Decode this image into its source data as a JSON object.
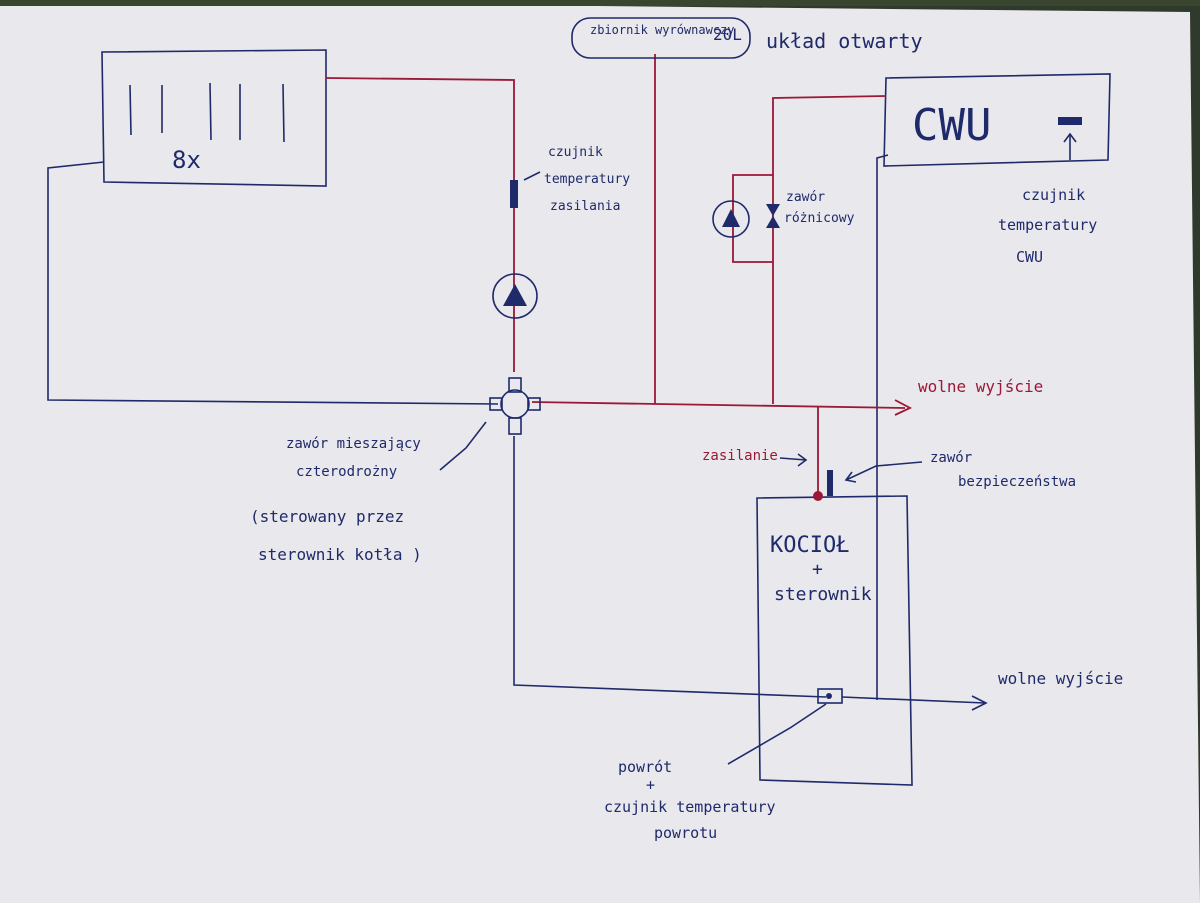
{
  "labels": {
    "expansion_tank": "zbiornik wyrównawczy",
    "expansion_tank_volume": "20L",
    "open_system": "układ otwarty",
    "radiators_count": "8x",
    "supply_sensor_l1": "czujnik",
    "supply_sensor_l2": "temperatury",
    "supply_sensor_l3": "zasilania",
    "dhw": "CWU",
    "diff_valve_l1": "zawór",
    "diff_valve_l2": "różnicowy",
    "dhw_sensor_l1": "czujnik",
    "dhw_sensor_l2": "temperatury",
    "dhw_sensor_l3": "CWU",
    "free_output_top": "wolne wyjście",
    "mixing_valve_l1": "zawór mieszający",
    "mixing_valve_l2": "czterodrożny",
    "mixing_valve_l3": "(sterowany przez",
    "mixing_valve_l4": "sterownik kotła )",
    "supply": "zasilanie",
    "safety_valve_l1": "zawór",
    "safety_valve_l2": "bezpieczeństwa",
    "boiler_l1": "KOCIOŁ",
    "boiler_l2": "+",
    "boiler_l3": "sterownik",
    "free_output_bottom": "wolne wyjście",
    "return_l1": "powrót",
    "return_l2": "+",
    "return_l3": "czujnik temperatury",
    "return_l4": "powrotu"
  },
  "colors": {
    "paper": "#e9e8ec",
    "ink_blue": "#1f2a6b",
    "ink_red": "#9b1836",
    "background": "#2f3a2c"
  }
}
